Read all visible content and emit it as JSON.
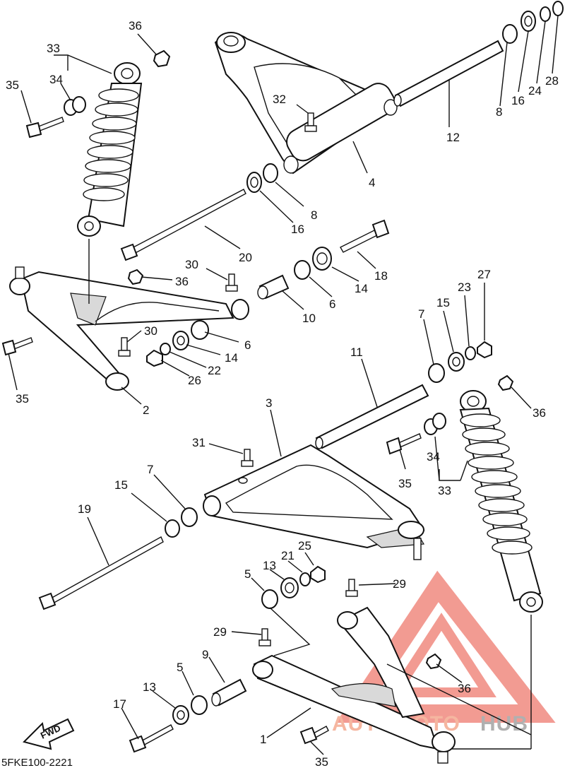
{
  "diagram": {
    "code": "5FKE100-2221",
    "fwd_label": "FWD",
    "watermark": {
      "part1": "AUTOMOTO",
      "part2": "HUB"
    },
    "callouts": [
      "1",
      "2",
      "3",
      "4",
      "5",
      "5",
      "6",
      "6",
      "7",
      "7",
      "8",
      "8",
      "9",
      "10",
      "11",
      "12",
      "13",
      "13",
      "14",
      "14",
      "15",
      "15",
      "16",
      "16",
      "17",
      "18",
      "19",
      "20",
      "21",
      "22",
      "23",
      "24",
      "25",
      "26",
      "27",
      "28",
      "29",
      "29",
      "30",
      "30",
      "31",
      "32",
      "33",
      "33",
      "34",
      "34",
      "35",
      "35",
      "35",
      "35",
      "36",
      "36",
      "36",
      "36"
    ]
  }
}
